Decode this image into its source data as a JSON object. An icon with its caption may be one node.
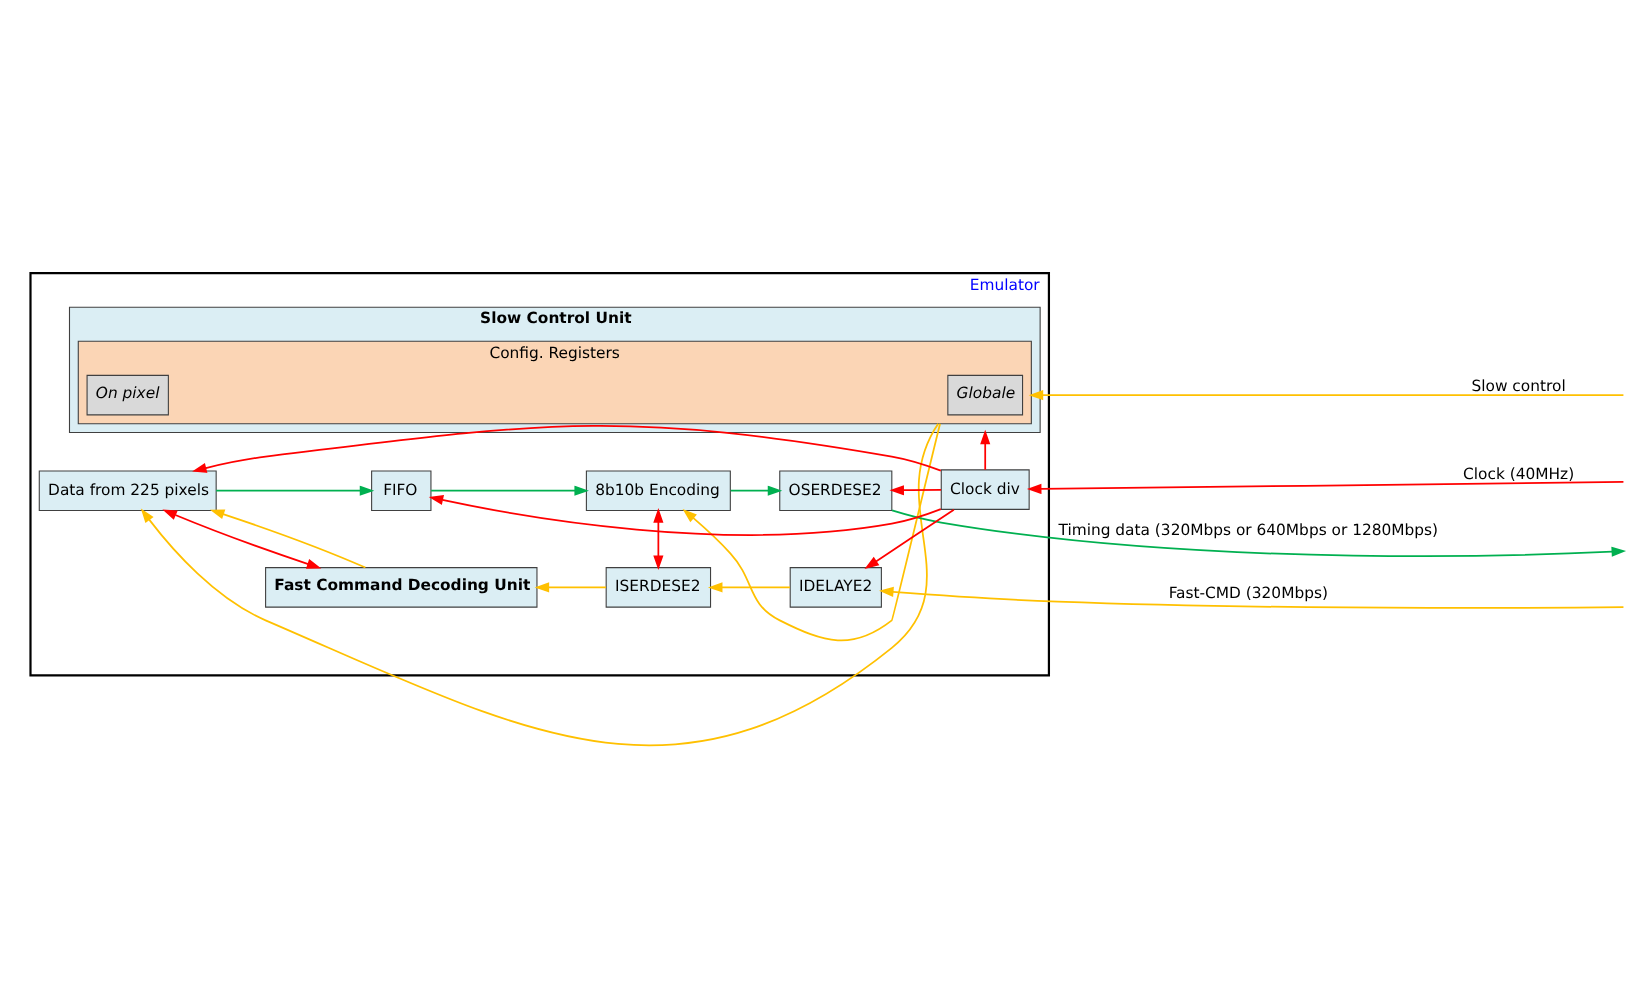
{
  "diagram": {
    "nodes": [
      {
        "text": [
          "Emulator"
        ]
      },
      {
        "text": [
          "Slow Control Unit"
        ],
        "in": 0
      },
      {
        "text": [
          "Config. Registers"
        ],
        "in": 1
      },
      {
        "text": [
          "On pixel"
        ],
        "in": 2
      },
      {
        "text": [
          "Globale"
        ],
        "in": 2
      },
      {
        "text": [
          "Data from 225 pixels"
        ],
        "in": 0
      },
      {
        "text": [
          "FIFO"
        ],
        "in": 0
      },
      {
        "text": [
          "8b10b Encoding"
        ],
        "in": 0
      },
      {
        "text": [
          "OSERDESE2"
        ],
        "in": 0
      },
      {
        "text": [
          "Clock div"
        ],
        "in": 0
      },
      {
        "text": [
          "Fast Command Decoding Unit"
        ],
        "in": 0
      },
      {
        "text": [
          "ISERDESE2"
        ],
        "in": 0
      },
      {
        "text": [
          "IDELAYE2"
        ],
        "in": 0
      }
    ],
    "edges": [
      {
        "from": null,
        "to": 2,
        "arrow": "to",
        "label": "Slow control",
        "color": "#ffc000"
      },
      {
        "from": 2,
        "to": 5,
        "arrow": "to",
        "color": "#ffc000"
      },
      {
        "from": 2,
        "to": 7,
        "arrow": "to",
        "color": "#ffc000"
      },
      {
        "from": 5,
        "to": 6,
        "arrow": "to",
        "color": "#00b050"
      },
      {
        "from": 6,
        "to": 7,
        "arrow": "to",
        "color": "#00b050"
      },
      {
        "from": 7,
        "to": 8,
        "arrow": "to",
        "color": "#00b050"
      },
      {
        "from": 8,
        "to": null,
        "arrow": "to",
        "label": "Timing data (320Mbps or 640Mbps or 1280Mbps)",
        "color": "#00b050"
      },
      {
        "from": null,
        "to": 9,
        "arrow": "to",
        "label": "Clock (40MHz)",
        "color": "#ff0000"
      },
      {
        "from": 9,
        "to": 8,
        "arrow": "to",
        "color": "#ff0000"
      },
      {
        "from": 9,
        "to": 12,
        "arrow": "to",
        "color": "#ff0000"
      },
      {
        "from": 9,
        "to": 1,
        "arrow": "to",
        "color": "#ff0000"
      },
      {
        "from": 9,
        "to": 6,
        "arrow": "to",
        "color": "#ff0000"
      },
      {
        "from": 9,
        "to": 5,
        "arrow": "to",
        "color": "#ff0000"
      },
      {
        "from": 5,
        "to": 10,
        "arrow": "both",
        "color": "#ff0000"
      },
      {
        "from": 7,
        "to": 11,
        "arrow": "both",
        "color": "#ff0000"
      },
      {
        "from": null,
        "to": 12,
        "arrow": "to",
        "label": "Fast-CMD (320Mbps)",
        "color": "#ffc000"
      },
      {
        "from": 12,
        "to": 11,
        "arrow": "to",
        "color": "#ffc000"
      },
      {
        "from": 11,
        "to": 10,
        "arrow": "to",
        "color": "#ffc000"
      },
      {
        "from": 10,
        "to": 5,
        "arrow": "to",
        "color": "#ffc000"
      }
    ]
  }
}
